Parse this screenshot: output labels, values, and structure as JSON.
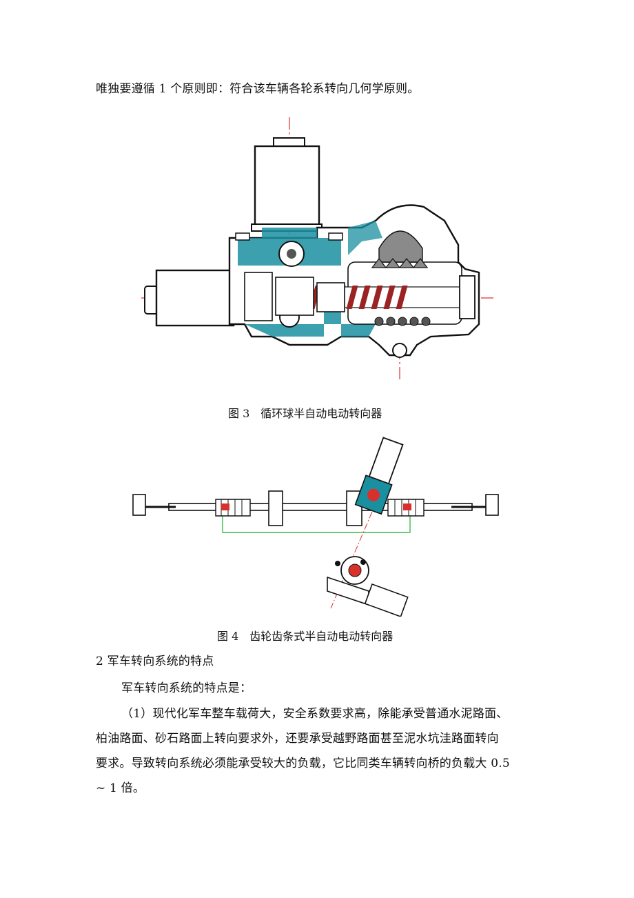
{
  "intro_line": "唯独要遵循 1 个原则即：符合该车辆各轮系转向几何学原则。",
  "figure3": {
    "caption": "图 3　循环球半自动电动转向器"
  },
  "figure4": {
    "caption": "图 4　齿轮齿条式半自动电动转向器"
  },
  "section": {
    "heading": "2  军车转向系统的特点",
    "lead": "军车转向系统的特点是：",
    "para1_lines": [
      "（1）现代化军车整车载荷大，安全系数要求高，除能承受普通水泥路面、",
      "柏油路面、砂石路面上转向要求外，还要承受越野路面甚至泥水坑洼路面转向",
      "要求。导致转向系统必须能承受较大的负载，它比同类车辆转向桥的负载大 0.5",
      "~ 1 倍。"
    ]
  },
  "colors": {
    "housing": "#1a8fa0",
    "centerline": "#e0302f",
    "outline": "#111111",
    "green_line": "#3dbb4a"
  }
}
